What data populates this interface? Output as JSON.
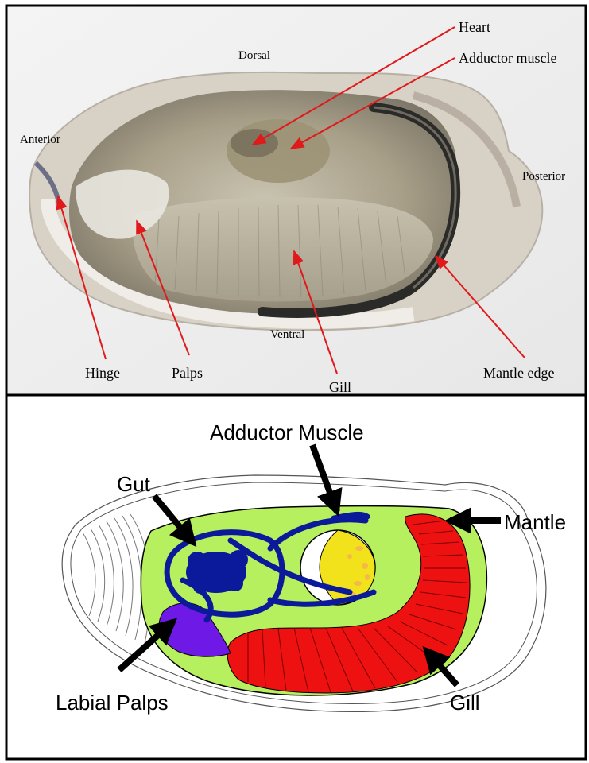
{
  "top_panel": {
    "orientation": {
      "dorsal": "Dorsal",
      "anterior": "Anterior",
      "posterior": "Posterior",
      "ventral": "Ventral"
    },
    "labels": {
      "heart": "Heart",
      "adductor_muscle": "Adductor muscle",
      "hinge": "Hinge",
      "palps": "Palps",
      "gill": "Gill",
      "mantle_edge": "Mantle edge"
    },
    "arrow_color": "#e0191b"
  },
  "bottom_panel": {
    "labels": {
      "adductor_muscle": "Adductor Muscle",
      "gut": "Gut",
      "mantle": "Mantle",
      "labial_palps": "Labial Palps",
      "gill": "Gill"
    },
    "colors": {
      "mantle": "#b6f05e",
      "gill": "#ee1111",
      "gut": "#0a1a9a",
      "palps": "#6f19e6",
      "adductor": "#f2e21c",
      "adductor_spots": "#f5b84a",
      "arrows": "#000000"
    }
  }
}
